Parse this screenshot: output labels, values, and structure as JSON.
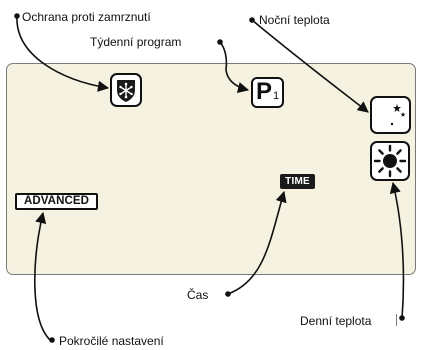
{
  "callouts": {
    "frost": "Ochrana proti zamrznutí",
    "weekly": "Týdenní program",
    "night": "Noční teplota",
    "time": "Čas",
    "day": "Denní teplota",
    "advanced": "Pokročilé nastavení"
  },
  "display": {
    "advanced_badge": "ADVANCED",
    "time_badge": "TIME",
    "program_letter": "P",
    "program_number": "1"
  },
  "icons": [
    "snowflake-shield-icon",
    "program-p1-icon",
    "moon-stars-icon",
    "sun-icon"
  ],
  "colors": {
    "lcd_background": "#f6f2e1",
    "ink": "#111111"
  }
}
